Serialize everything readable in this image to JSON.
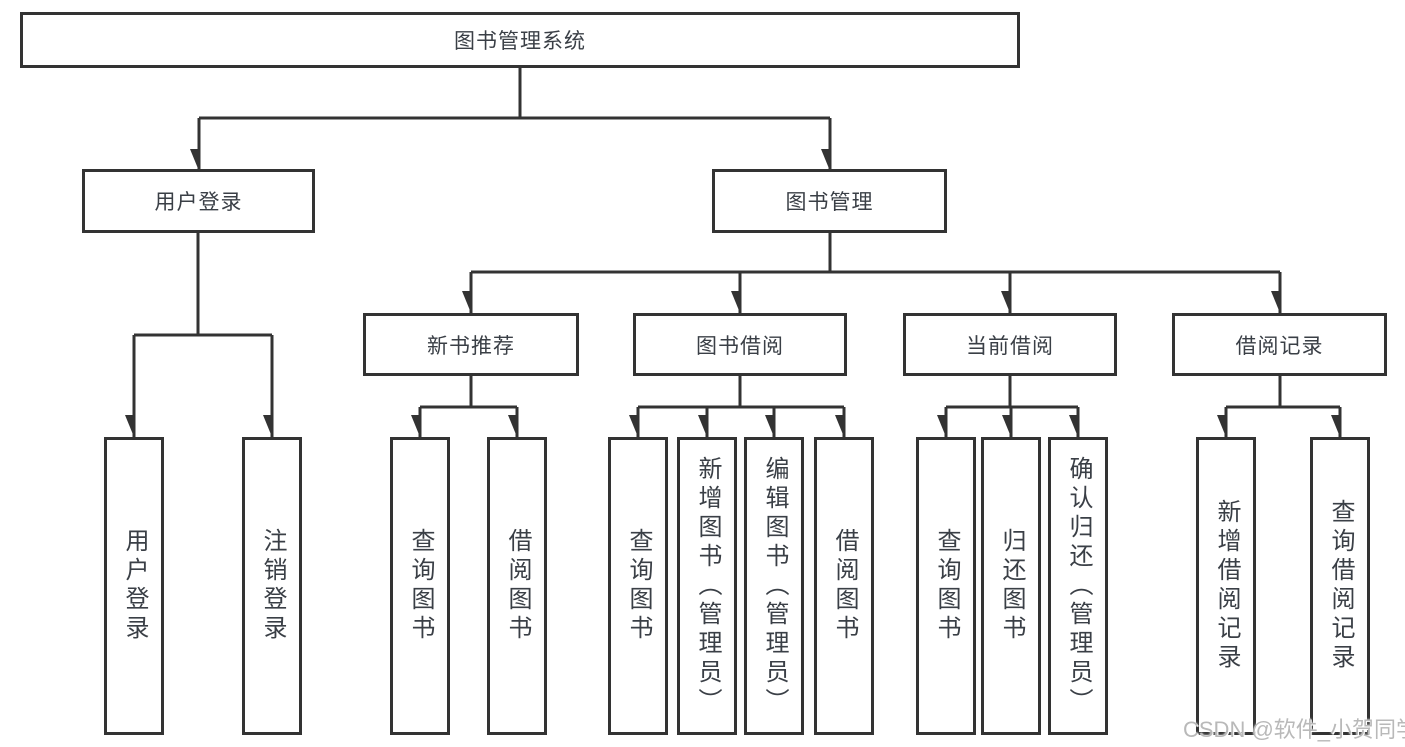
{
  "diagram": {
    "title": "图书管理系统",
    "nodes": {
      "root": "图书管理系统",
      "l2": [
        "用户登录",
        "图书管理"
      ],
      "l3": [
        "新书推荐",
        "图书借阅",
        "当前借阅",
        "借阅记录"
      ],
      "leaves_user": [
        "用户登录",
        "注销登录"
      ],
      "leaves_newbook": [
        "查询图书",
        "借阅图书"
      ],
      "leaves_borrow": [
        "查询图书",
        "新增图书（管理员）",
        "编辑图书（管理员）",
        "借阅图书"
      ],
      "leaves_current": [
        "查询图书",
        "归还图书",
        "确认归还（管理员）"
      ],
      "leaves_records": [
        "新增借阅记录",
        "查询借阅记录"
      ]
    },
    "colors": {
      "line": "#333333",
      "box_border": "#333333",
      "text": "#3a3f46",
      "background": "#ffffff",
      "watermark": "#b9b9b9"
    }
  },
  "watermark": {
    "text": "CSDN @软件_小贺同学"
  }
}
